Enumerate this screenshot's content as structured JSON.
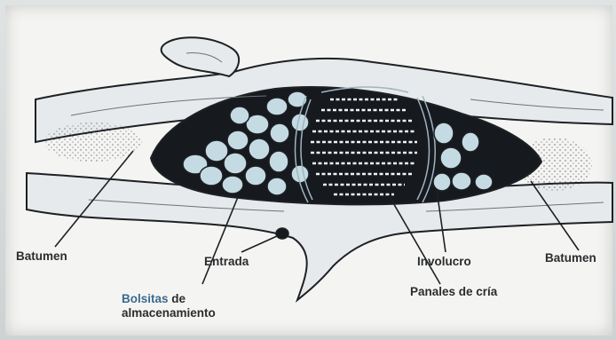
{
  "labels": {
    "batumen_left": "Batumen",
    "bolsitas_highlight": "Bolsitas",
    "bolsitas_rest": " de",
    "almacenamiento": "almacenamiento",
    "entrada": "Entrada",
    "involucro": "Involucro",
    "panales": "Panales de cría",
    "batumen_right": "Batumen"
  },
  "colors": {
    "ink": "#1d2024",
    "wood": "#e7eaec",
    "cavity": "#16191e",
    "pots": "#c5dbe4",
    "highlight_label": "#3b6a8e"
  }
}
